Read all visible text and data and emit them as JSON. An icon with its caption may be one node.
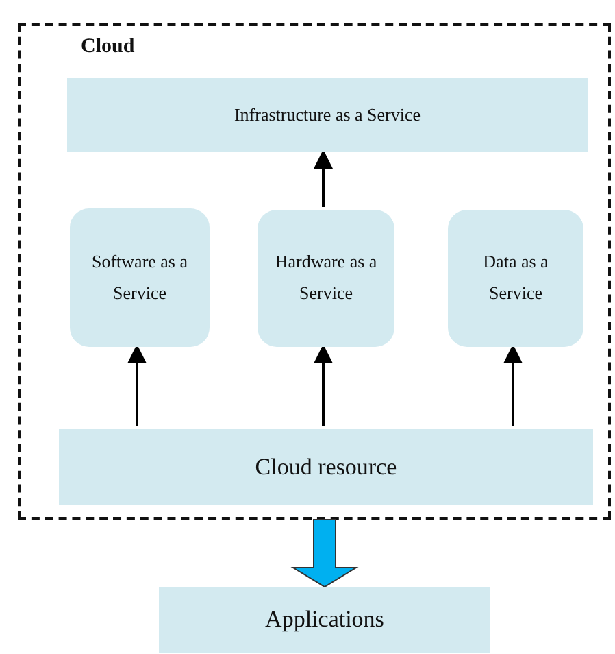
{
  "diagram": {
    "nodes": [
      {
        "text": [
          "Cloud"
        ]
      },
      {
        "text": [
          "Infrastructure as a Service"
        ],
        "in": 0
      },
      {
        "text": [
          "Software as a Service"
        ],
        "in": 0
      },
      {
        "text": [
          "Hardware as a Service"
        ],
        "in": 0
      },
      {
        "text": [
          "Data as a Service"
        ],
        "in": 0
      },
      {
        "text": [
          "Cloud resource"
        ],
        "in": 0
      },
      {
        "text": [
          "Applications"
        ]
      }
    ],
    "edges": [
      {
        "from": 3,
        "to": 1,
        "arrow": "to"
      },
      {
        "from": 5,
        "to": 2,
        "arrow": "to"
      },
      {
        "from": 5,
        "to": 3,
        "arrow": "to"
      },
      {
        "from": 5,
        "to": 4,
        "arrow": "to"
      },
      {
        "from": 0,
        "to": 6,
        "arrow": "to",
        "style": "thick",
        "color": "#00b0f0"
      }
    ]
  }
}
